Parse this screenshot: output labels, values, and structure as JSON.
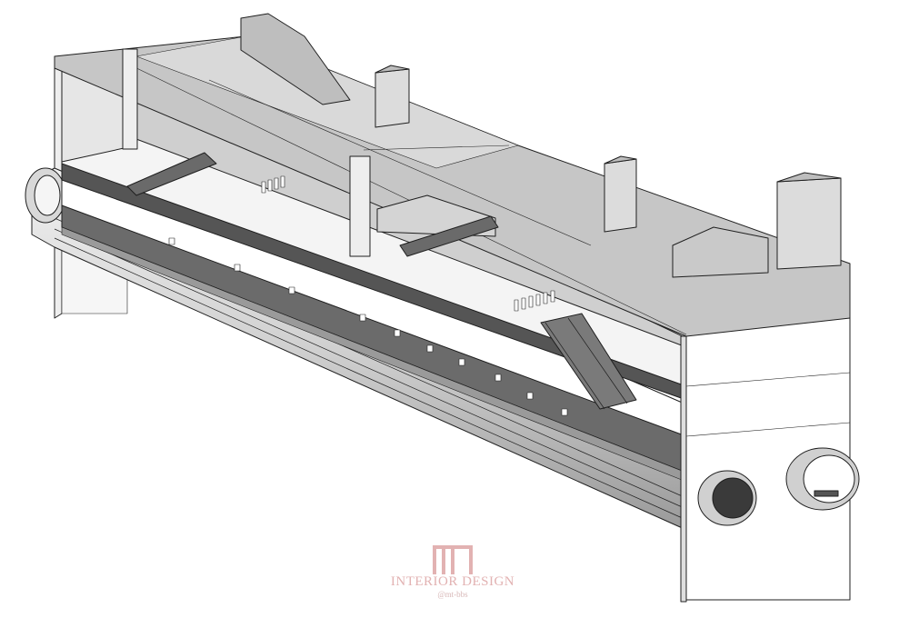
{
  "image": {
    "subject": "Axonometric section of a metro station",
    "colors": {
      "background": "#ffffff",
      "roof": "#c6c6c6",
      "roof_light": "#d9d9d9",
      "wall": "#f4f4f4",
      "wall_shade": "#dedede",
      "floor_dark": "#555555",
      "platform": "#6b6b6b",
      "outline": "#1f1f1f",
      "tunnel_inner": "#3a3a3a",
      "watermark": "#e2b2b2"
    }
  },
  "watermark": {
    "brand": "INTERIOR DESIGN",
    "handle": "@mt-bbs",
    "logo_icon": "mt-logo-icon"
  }
}
